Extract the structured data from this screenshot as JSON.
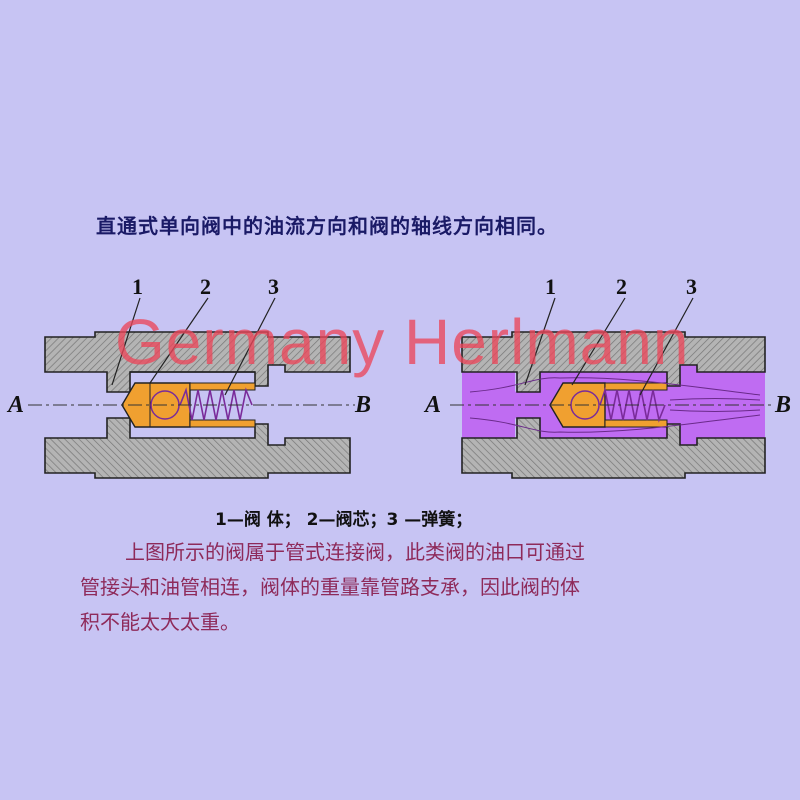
{
  "title": "直通式单向阀中的油流方向和阀的轴线方向相同。",
  "watermark": "Germany Herlmann",
  "left_diagram": {
    "labels": {
      "part1": "1",
      "part2": "2",
      "part3": "3",
      "port_a": "A",
      "port_b": "B"
    }
  },
  "right_diagram": {
    "labels": {
      "part1": "1",
      "part2": "2",
      "part3": "3",
      "port_a": "A",
      "port_b": "B"
    }
  },
  "caption": "1—阀 体； 2—阀芯；3 —弹簧；",
  "paragraph": {
    "line1": "上图所示的阀属于管式连接阀，此类阀的油口可通过",
    "line2": "管接头和油管相连，阀体的重量靠管路支承，因此阀的体",
    "line3": "积不能太大太重。"
  },
  "colors": {
    "background": "#c7c4f3",
    "body_hatch": "#a8a8a8",
    "poppet": "#f0a030",
    "spring": "#7a2b9a",
    "flow_fill": "#bf6cf2",
    "paragraph_text": "#8e2a5a",
    "watermark": "#eb465a"
  }
}
